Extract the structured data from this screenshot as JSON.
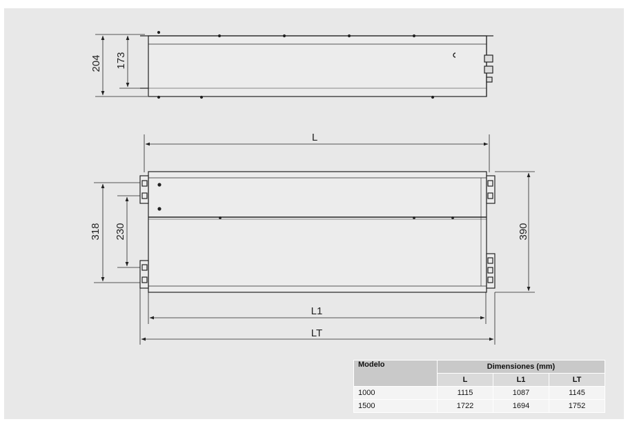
{
  "dimensions": {
    "h204": "204",
    "h173": "173",
    "L": "L",
    "h318": "318",
    "h230": "230",
    "h390": "390",
    "L1": "L1",
    "LT": "LT"
  },
  "table": {
    "model_header": "Modelo",
    "dims_header": "Dimensiones (mm)",
    "col_L": "L",
    "col_L1": "L1",
    "col_LT": "LT",
    "rows": [
      {
        "model": "1000",
        "L": "1115",
        "L1": "1087",
        "LT": "1145"
      },
      {
        "model": "1500",
        "L": "1722",
        "L1": "1694",
        "LT": "1752"
      }
    ]
  },
  "colors": {
    "background": "#e8e8e8",
    "line": "#222222",
    "table_header": "#c9c9c9"
  }
}
